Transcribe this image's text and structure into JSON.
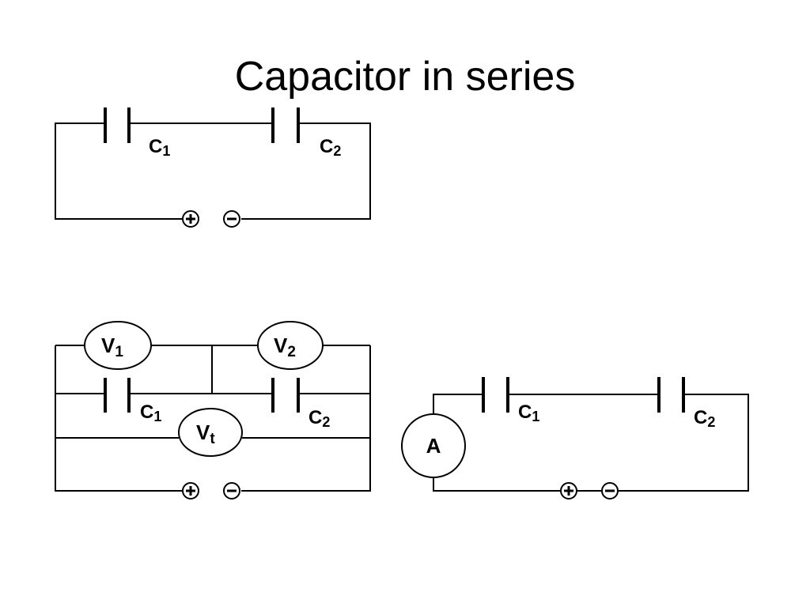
{
  "slide": {
    "title": "Capacitor in series"
  },
  "circuit_top": {
    "capacitors": [
      {
        "main": "C",
        "sub": "1"
      },
      {
        "main": "C",
        "sub": "2"
      }
    ]
  },
  "circuit_voltmeters": {
    "capacitors": [
      {
        "main": "C",
        "sub": "1"
      },
      {
        "main": "C",
        "sub": "2"
      }
    ],
    "meters": [
      {
        "main": "V",
        "sub": "1"
      },
      {
        "main": "V",
        "sub": "2"
      },
      {
        "main": "V",
        "sub": "t"
      }
    ]
  },
  "circuit_ammeter": {
    "capacitors": [
      {
        "main": "C",
        "sub": "1"
      },
      {
        "main": "C",
        "sub": "2"
      }
    ],
    "meter": {
      "main": "A"
    }
  }
}
